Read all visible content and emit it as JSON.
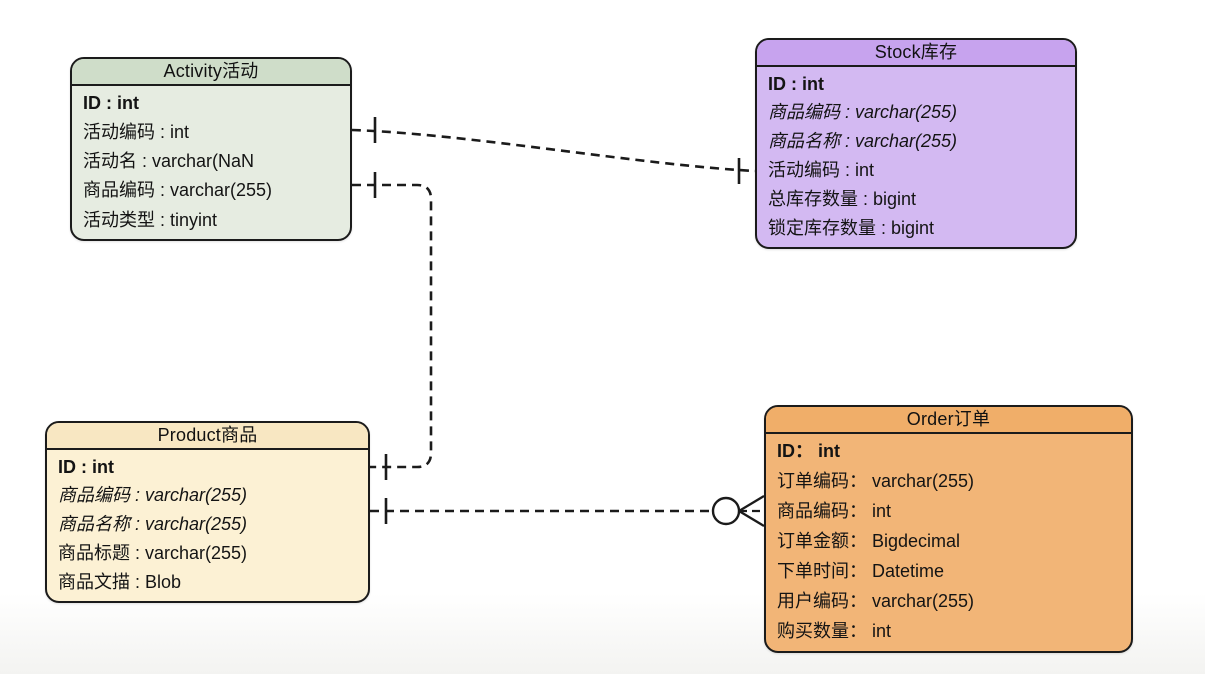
{
  "diagram": {
    "type": "er-diagram",
    "tables": {
      "activity": {
        "title": "Activity活动",
        "fields": [
          "ID : int",
          "活动编码 : int",
          "活动名 : varchar(NaN",
          "商品编码 : varchar(255)",
          "活动类型 : tinyint"
        ]
      },
      "stock": {
        "title": "Stock库存",
        "fields": [
          "ID : int",
          "商品编码 : varchar(255)",
          "商品名称 : varchar(255)",
          "活动编码 : int",
          "总库存数量 : bigint",
          "锁定库存数量 : bigint"
        ]
      },
      "product": {
        "title": "Product商品",
        "fields": [
          "ID : int",
          "商品编码 : varchar(255)",
          "商品名称 : varchar(255)",
          "商品标题 : varchar(255)",
          "商品文描 : Blob"
        ]
      },
      "order": {
        "title": "Order订单",
        "fields": [
          "ID： int",
          "订单编码： varchar(255)",
          "商品编码： int",
          "订单金额： Bigdecimal",
          "下单时间： Datetime",
          "用户编码： varchar(255)",
          "购买数量： int"
        ]
      }
    },
    "relationships": [
      {
        "from": "Activity活动",
        "to": "Stock库存",
        "from_cardinality": "one",
        "to_cardinality": "one",
        "line": "dashed"
      },
      {
        "from": "Activity活动",
        "to": "Product商品",
        "from_cardinality": "one",
        "to_cardinality": "one",
        "line": "dashed"
      },
      {
        "from": "Product商品",
        "to": "Order订单",
        "from_cardinality": "one",
        "to_cardinality": "zero-or-many",
        "line": "dashed"
      }
    ],
    "colors": {
      "activity_header": "#cfddc9",
      "activity_body": "#e6ece1",
      "stock_header": "#c7a3ee",
      "stock_body": "#d3b9f2",
      "product_header": "#f8e7c2",
      "product_body": "#fcf1d4",
      "order_header": "#f0ae69",
      "order_body": "#f2b577",
      "line": "#1b1b1b"
    }
  }
}
